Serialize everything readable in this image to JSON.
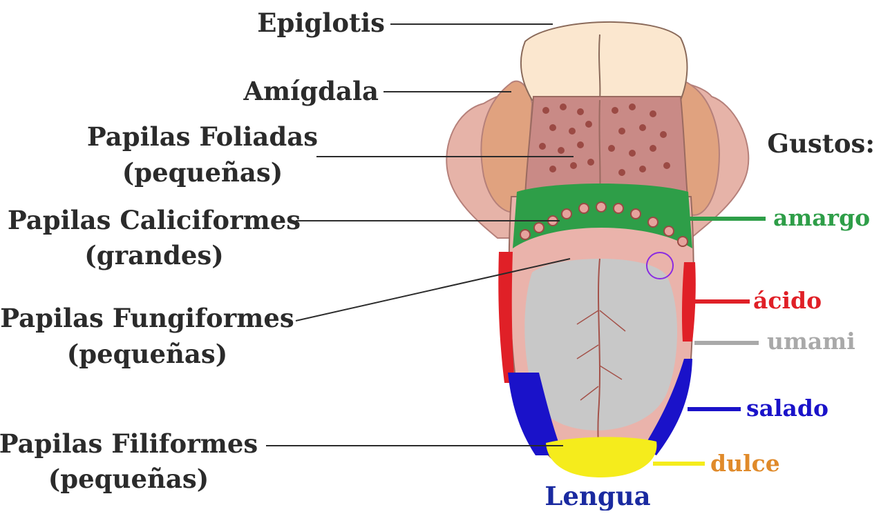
{
  "labels": {
    "epiglotis": "Epiglotis",
    "amigdala": "Amígdala",
    "foliadas_1": "Papilas Foliadas",
    "foliadas_2": "(pequeñas)",
    "caliciformes_1": "Papilas Caliciformes",
    "caliciformes_2": "(grandes)",
    "fungiformes_1": "Papilas Fungiformes",
    "fungiformes_2": "(pequeñas)",
    "filiformes_1": "Papilas Filiformes",
    "filiformes_2": "(pequeñas)"
  },
  "tastes": {
    "heading": "Gustos:",
    "amargo": "amargo",
    "acido": "ácido",
    "umami": "umami",
    "salado": "salado",
    "dulce": "dulce"
  },
  "caption": "Lengua",
  "colors": {
    "amargo": "#2e9e48",
    "acido": "#e02027",
    "umami": "#a9a9a9",
    "salado": "#1a12c9",
    "dulce": "#e08a2a",
    "dulce_zone": "#f5ec1c",
    "caption": "#1a2aa0",
    "tongue": "#eab3ab",
    "center": "#c8c8c8"
  }
}
